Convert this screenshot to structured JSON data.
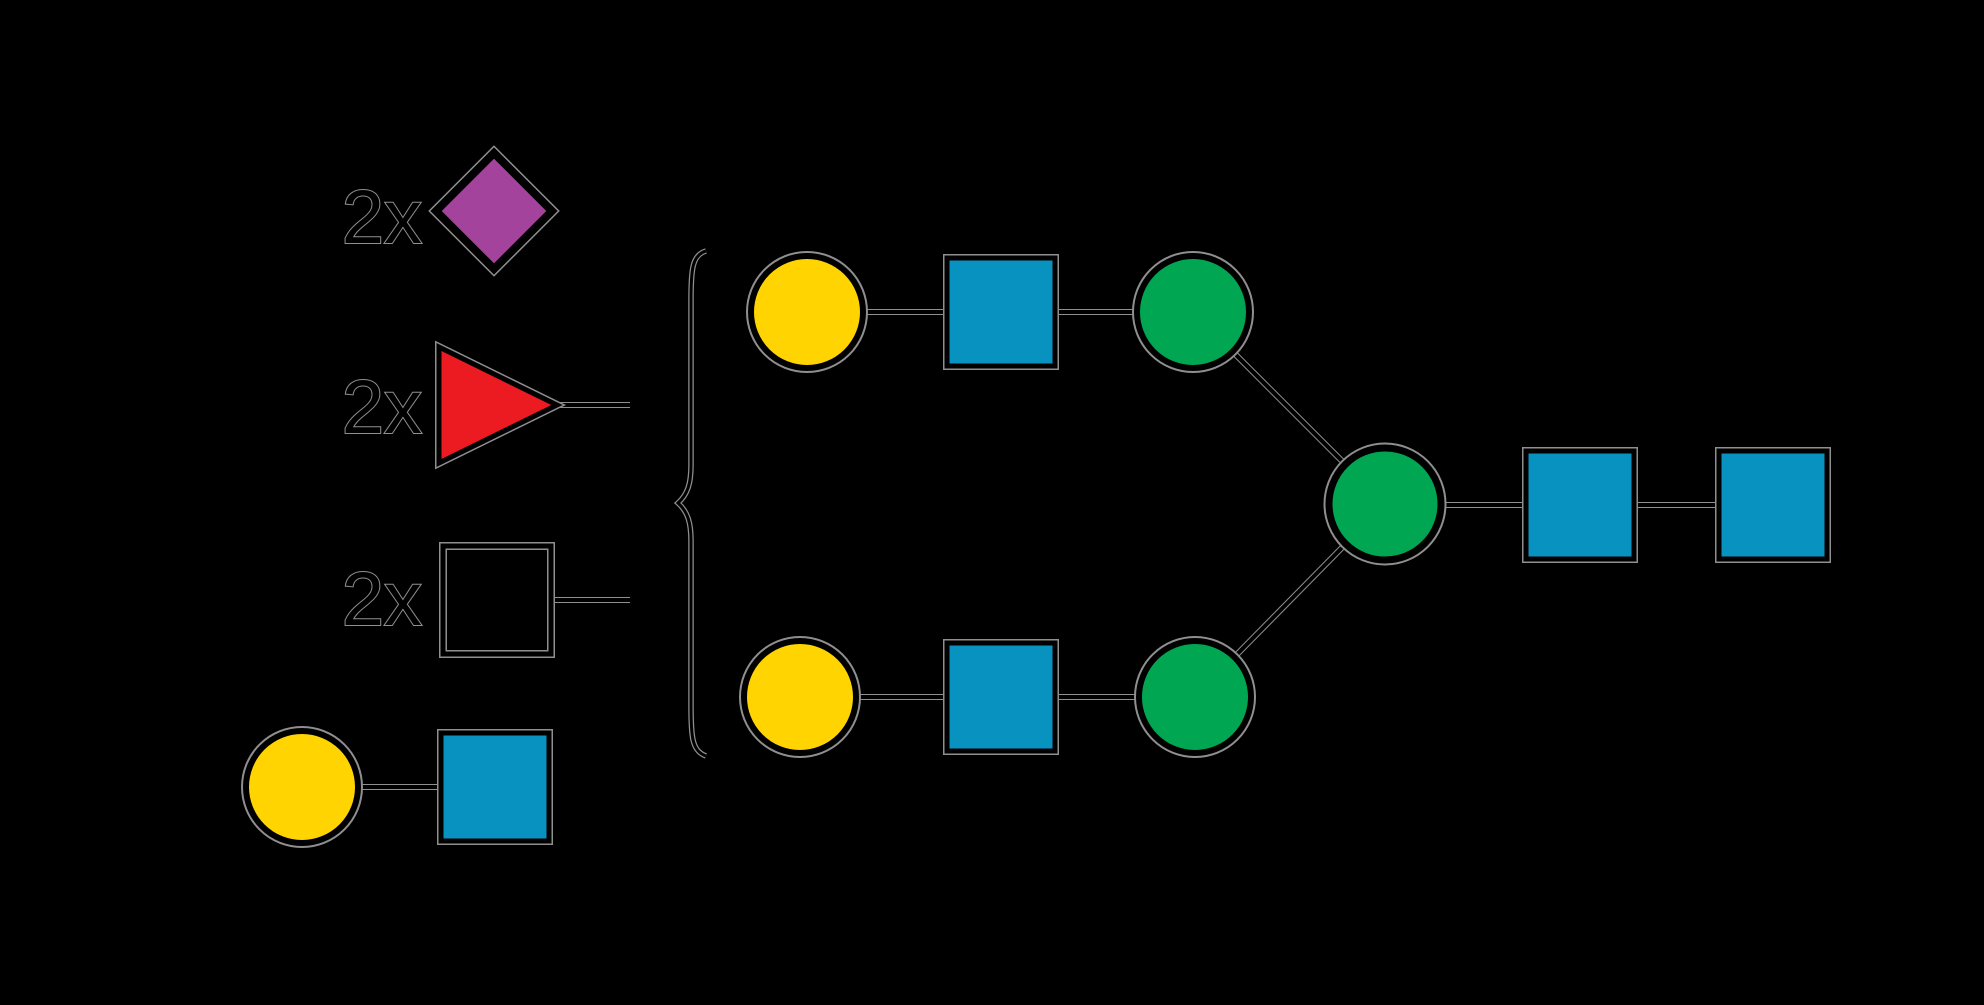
{
  "background": "#000000",
  "halo_gray": "#8F8F8F",
  "colors": {
    "yellow": "#FFD400",
    "blue": "#0892BF",
    "green": "#00A651",
    "purple": "#A4439B",
    "red": "#EC1B21",
    "none": "none"
  },
  "legend": {
    "rows": [
      {
        "count": "2x",
        "shape": "neu5ac-diamond",
        "color": "purple"
      },
      {
        "count": "2x",
        "shape": "fucose-triangle",
        "color": "red"
      },
      {
        "count": "2x",
        "shape": "open-square",
        "color": "none"
      }
    ]
  },
  "loose_pair": {
    "shapes": [
      "galactose-yellow-circle",
      "glcnac-blue-square"
    ]
  },
  "glycan": {
    "branches": [
      {
        "position": "top",
        "nodes": [
          "galactose-yellow-circle",
          "glcnac-blue-square",
          "mannose-green-circle"
        ]
      },
      {
        "position": "bottom",
        "nodes": [
          "galactose-yellow-circle",
          "glcnac-blue-square",
          "mannose-green-circle"
        ]
      }
    ],
    "core": [
      "mannose-green-circle",
      "glcnac-blue-square",
      "glcnac-blue-square"
    ],
    "grouping": "left-curly-brace"
  }
}
